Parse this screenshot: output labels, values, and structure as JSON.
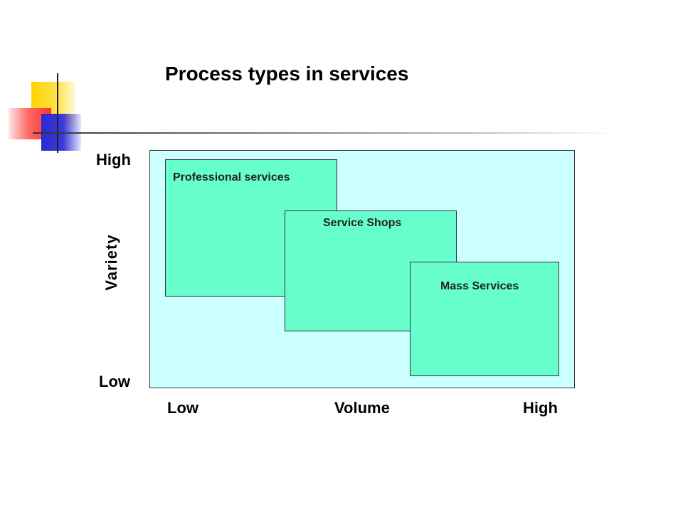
{
  "title": "Process types in services",
  "diagram": {
    "boxes": [
      {
        "label": "Professional services"
      },
      {
        "label": "Service Shops"
      },
      {
        "label": "Mass Services"
      }
    ],
    "y_axis": {
      "label": "Variety",
      "high": "High",
      "low": "Low"
    },
    "x_axis": {
      "label": "Volume",
      "low": "Low",
      "high": "High"
    }
  },
  "colors": {
    "plot_background": "#ccffff",
    "box_fill": "#66ffcc",
    "accent_yellow": "#ffd400",
    "accent_red": "#ff3030",
    "accent_blue": "#2a2ad0"
  }
}
